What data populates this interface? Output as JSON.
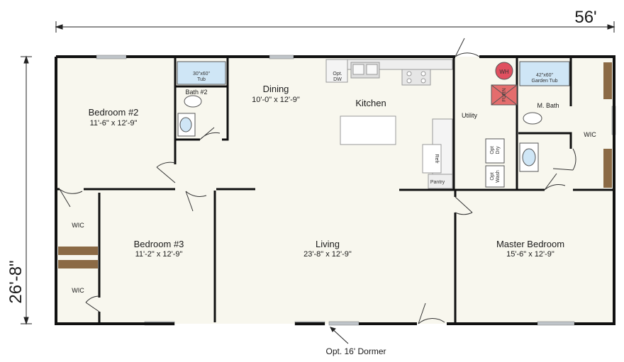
{
  "dimensions": {
    "width": "56'",
    "depth": "26'-8\""
  },
  "rooms": {
    "bedroom2": {
      "name": "Bedroom #2",
      "size": "11'-6\" x 12'-9\""
    },
    "bedroom3": {
      "name": "Bedroom #3",
      "size": "11'-2\" x 12'-9\""
    },
    "dining": {
      "name": "Dining",
      "size": "10'-0\" x 12'-9\""
    },
    "kitchen": {
      "name": "Kitchen"
    },
    "living": {
      "name": "Living",
      "size": "23'-8\" x 12'-9\""
    },
    "master": {
      "name": "Master Bedroom",
      "size": "15'-6\" x 12'-9\""
    },
    "bath2": {
      "name": "Bath #2"
    },
    "mbath": {
      "name": "M. Bath"
    },
    "utility": {
      "name": "Utility"
    },
    "wic_master": {
      "name": "WIC"
    },
    "wic_top": {
      "name": "WIC"
    },
    "wic_bottom": {
      "name": "WIC"
    }
  },
  "fixtures": {
    "tub_bath2": {
      "line1": "30\"x60\"",
      "line2": "Tub"
    },
    "tub_master": {
      "line1": "42\"x60\"",
      "line2": "Garden Tub"
    },
    "dishwasher": {
      "line1": "Opt.",
      "line2": "DW"
    },
    "water_heater": "WH",
    "furnace": "FURN",
    "dryer": {
      "line1": "Opt",
      "line2": "Dry"
    },
    "washer": {
      "line1": "Opt",
      "line2": "Wash"
    },
    "fridge": "Refr",
    "pantry": "Pantry"
  },
  "annotations": {
    "dormer": "Opt. 16' Dormer"
  },
  "colors": {
    "wall": "#111111",
    "floor": "#f8f7ee",
    "tub": "#cfe6f6",
    "water_heater": "#e05060",
    "furnace": "#e46d6d",
    "window": "#bfc4c9",
    "shelf": "#8b6a45"
  }
}
